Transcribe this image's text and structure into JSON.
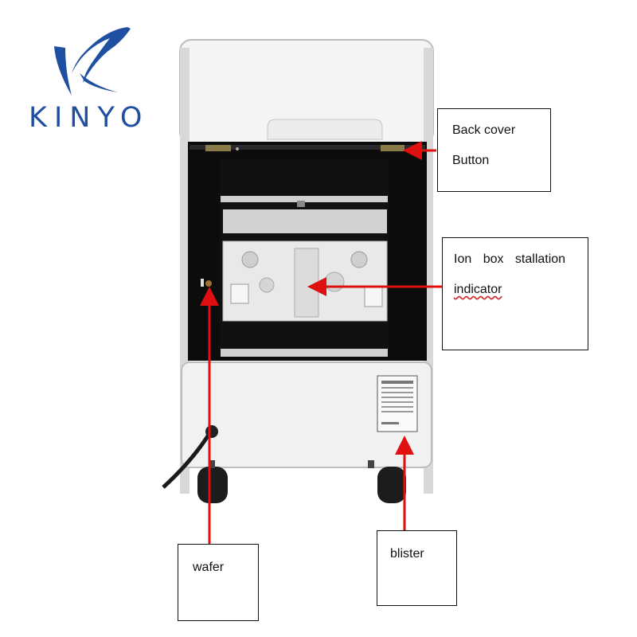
{
  "logo": {
    "brand": "KINYO"
  },
  "callouts": {
    "back_cover_button": {
      "line1": "Back cover",
      "line2": "Button"
    },
    "ion_box": {
      "line1": "Ion box stallation",
      "line2": "indicator"
    },
    "wafer": {
      "label": "wafer"
    },
    "blister": {
      "label": "blister"
    }
  },
  "colors": {
    "brand_blue": "#1f4fa0",
    "arrow_red": "#e01010"
  }
}
